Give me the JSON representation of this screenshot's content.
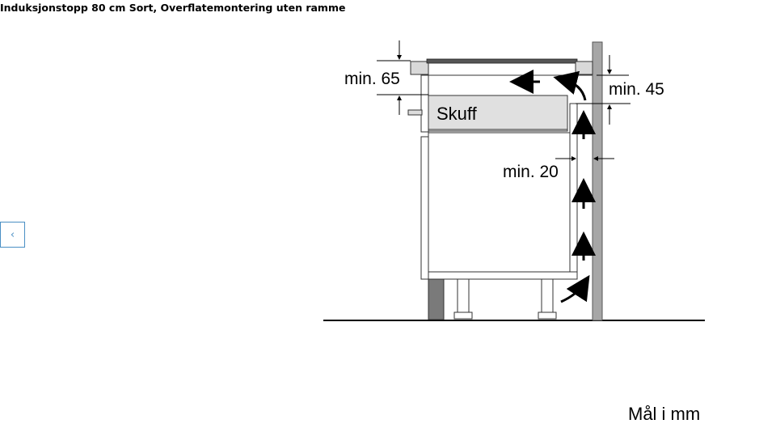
{
  "page": {
    "title": "Induksjonstopp 80 cm Sort, Overflatemontering uten ramme"
  },
  "navigation": {
    "prev_icon": "chevron-left-icon",
    "prev_glyph": "‹"
  },
  "diagram": {
    "labels": {
      "min_top": "min. 65",
      "min_right": "min. 45",
      "drawer": "Skuff",
      "min_gap": "min. 20",
      "units": "Mål i mm"
    },
    "colors": {
      "line": "#000000",
      "wall": "#a6a6a6",
      "drawer_fill": "#e0e0e0",
      "hob": "#d9d9d9",
      "leg_dark": "#7a7a7a",
      "accent": "#4a8fc4"
    }
  }
}
